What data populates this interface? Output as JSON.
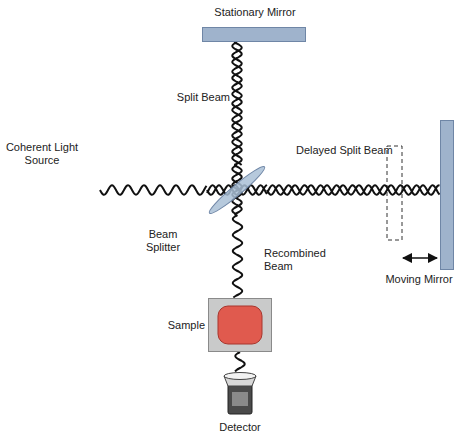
{
  "diagram": {
    "nodes": [
      {
        "text": [
          "Stationary Mirror"
        ]
      },
      {
        "text": [
          "Beam Splitter"
        ]
      },
      {
        "text": [
          "Moving Mirror"
        ]
      },
      {
        "text": [
          "Sample"
        ]
      },
      {
        "text": [
          "Detector"
        ]
      }
    ],
    "edges": [
      {
        "from": 0,
        "to": 1,
        "arrow": "none"
      },
      {
        "from": 1,
        "to": 2,
        "arrow": "none"
      },
      {
        "from": 1,
        "to": 3,
        "arrow": "none"
      },
      {
        "from": 3,
        "to": 4,
        "arrow": "none"
      }
    ],
    "labels": [
      "Split Beam",
      "Coherent Light Source",
      "Delayed Split Beam",
      "Recombined Beam"
    ]
  }
}
